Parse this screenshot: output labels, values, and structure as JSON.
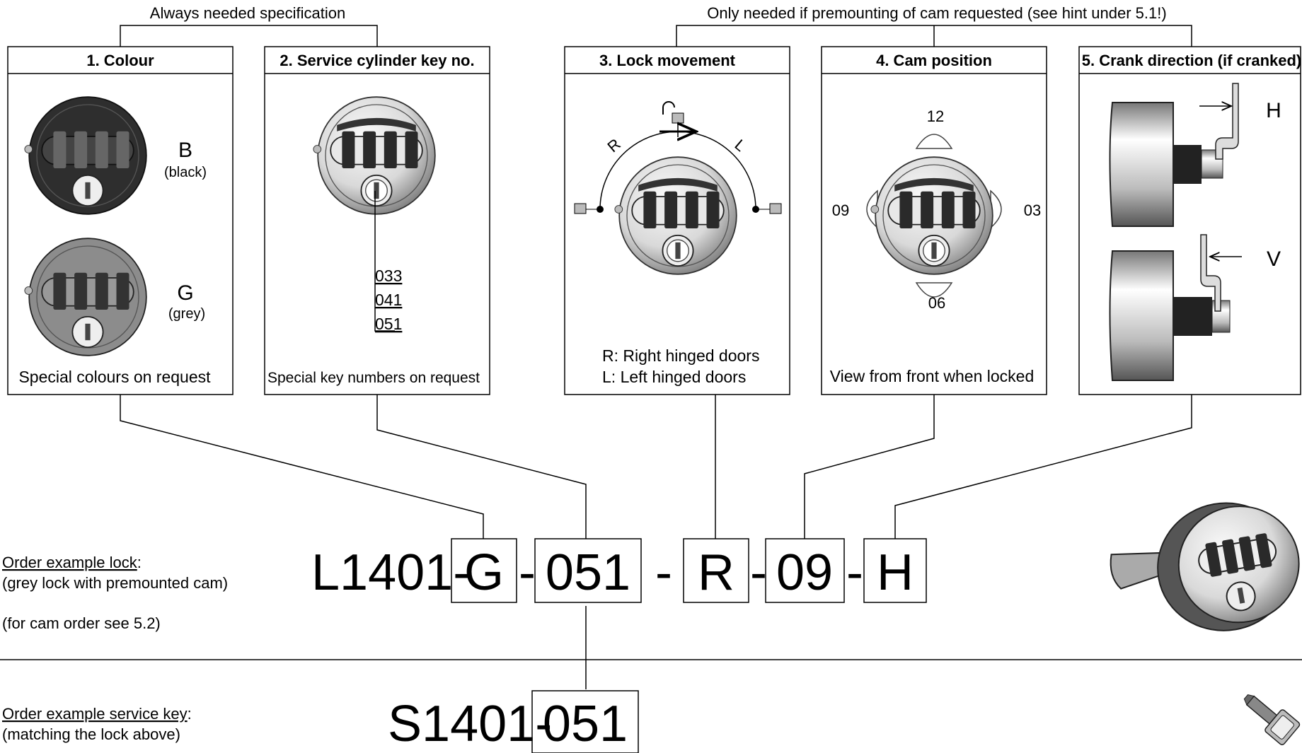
{
  "groups": {
    "always": "Always needed specification",
    "optional": "Only needed if premounting of cam requested (see hint under 5.1!)"
  },
  "panels": [
    {
      "title": "1. Colour",
      "caption": "Special colours on request"
    },
    {
      "title": "2. Service cylinder key no.",
      "caption": "Special key numbers on request"
    },
    {
      "title": "3. Lock movement",
      "caption_lines": [
        "R: Right hinged doors",
        "L:  Left hinged doors"
      ]
    },
    {
      "title": "4. Cam position",
      "caption": "View from front when locked"
    },
    {
      "title": "5. Crank direction (if cranked)"
    }
  ],
  "colour_options": [
    {
      "code": "B",
      "label": "(black)",
      "fill": "#2e2e2e"
    },
    {
      "code": "G",
      "label": "(grey)",
      "fill": "#8c8c8c"
    }
  ],
  "key_numbers": [
    "033",
    "041",
    "051"
  ],
  "movement_labels": {
    "right": "R",
    "left": "L"
  },
  "cam_positions": {
    "top": "12",
    "right": "03",
    "bottom": "06",
    "left": "09"
  },
  "crank_directions": [
    "H",
    "V"
  ],
  "order_lock": {
    "title": "Order example lock",
    "title_suffix": ":",
    "line2": "(grey lock with premounted cam)",
    "line3": "(for cam order see 5.2)",
    "prefix": "L1401-",
    "colour": "G",
    "sep1": "-",
    "key": "051",
    "sep2": "-",
    "movement": "R",
    "sep3": "-",
    "cam": "09",
    "sep4": "-",
    "crank": "H"
  },
  "order_key": {
    "title": "Order example service key",
    "title_suffix": ":",
    "line2": "(matching the lock above)",
    "prefix": "S1401-",
    "key": "051"
  }
}
